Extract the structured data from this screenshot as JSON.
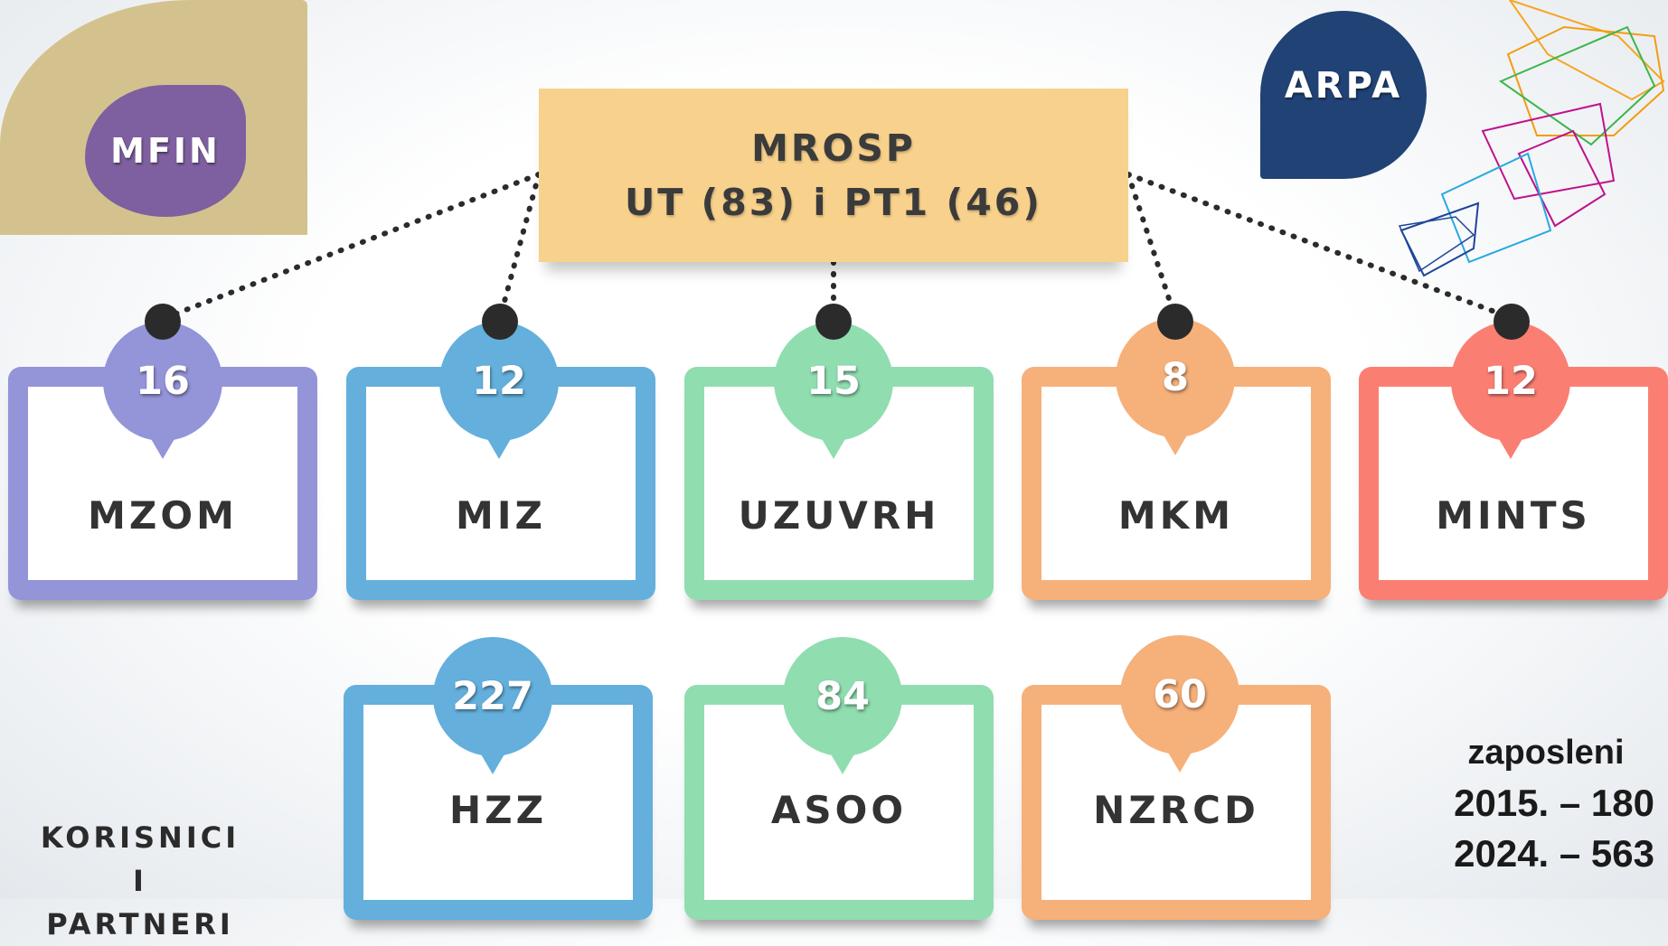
{
  "top_left_bubble": "MFIN",
  "top_right_bubble": "ARPA",
  "main": {
    "line1": "MROSP",
    "line2": "UT (83) i PT1 (46)"
  },
  "row1": [
    {
      "count": "16",
      "label": "MZOM",
      "color": "#9494d8"
    },
    {
      "count": "12",
      "label": "MIZ",
      "color": "#64afdc"
    },
    {
      "count": "15",
      "label": "UZUVRH",
      "color": "#90ddb0"
    },
    {
      "count": "8",
      "label": "MKM",
      "color": "#f6b07a"
    },
    {
      "count": "12",
      "label": "MINTS",
      "color": "#fa7f72"
    }
  ],
  "row2": [
    {
      "count": "227",
      "label": "HZZ",
      "color": "#64afdc"
    },
    {
      "count": "84",
      "label": "ASOO",
      "color": "#90ddb0"
    },
    {
      "count": "60",
      "label": "NZRCD",
      "color": "#f6b07a"
    }
  ],
  "bottom_left": {
    "line1": "KORISNICI I",
    "line2": "PARTNERI"
  },
  "employees": {
    "title": "zaposleni",
    "line1": "2015. – 180",
    "line2": "2024. – 563"
  }
}
